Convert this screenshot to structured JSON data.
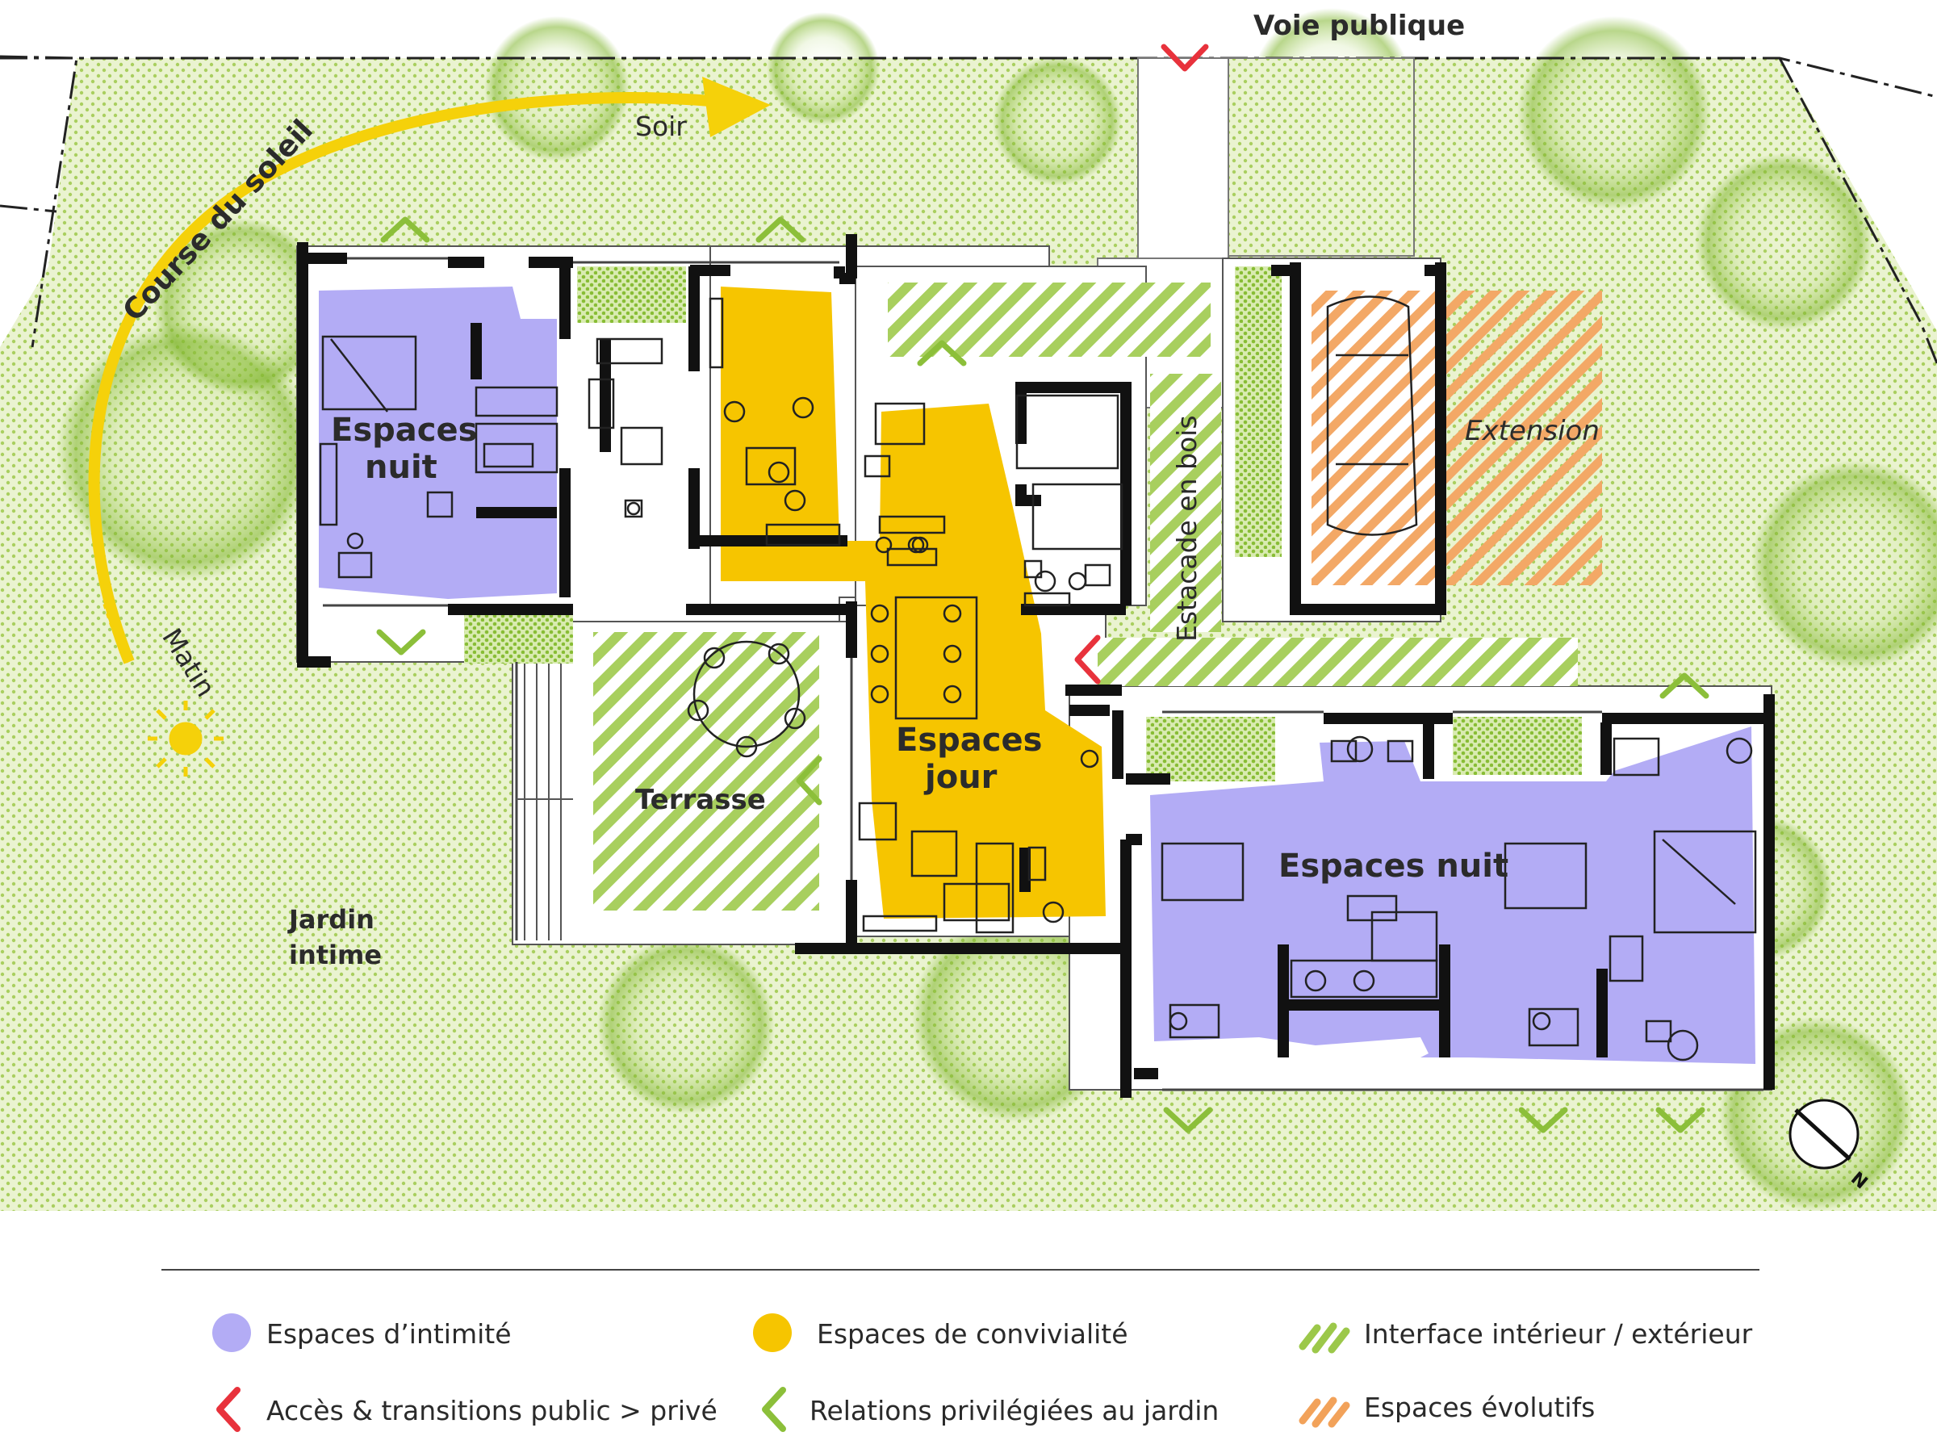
{
  "labels": {
    "street": "Voie publique",
    "sun_path": "Course du soleil",
    "evening": "Soir",
    "morning": "Matin",
    "night_left": [
      "Espaces",
      "nuit"
    ],
    "day": [
      "Espaces",
      "jour"
    ],
    "night_right": "Espaces nuit",
    "terrace": "Terrasse",
    "garden": [
      "Jardin",
      "intime"
    ],
    "deck": "Estacade en bois",
    "extension": "Extension",
    "north": "N"
  },
  "legend": [
    {
      "label": "Espaces d’intimité",
      "swatch": "dot-purple"
    },
    {
      "label": "Espaces de convivialité",
      "swatch": "dot-yellow"
    },
    {
      "label": "Interface intérieur / extérieur",
      "swatch": "hatch-green"
    },
    {
      "label": "Accès & transitions public > privé",
      "swatch": "chevron-red"
    },
    {
      "label": "Relations privilégiées au jardin",
      "swatch": "chevron-green"
    },
    {
      "label": "Espaces évolutifs",
      "swatch": "hatch-orange"
    }
  ],
  "colors": {
    "intimacy": "#b3acf5",
    "conviviality": "#f6c500",
    "interface": "#9cc84a",
    "access": "#e8323c",
    "garden_relation": "#8cbf3a",
    "evolutive": "#f2a25a",
    "sun_path": "#f5d10a",
    "wall": "#111111"
  }
}
